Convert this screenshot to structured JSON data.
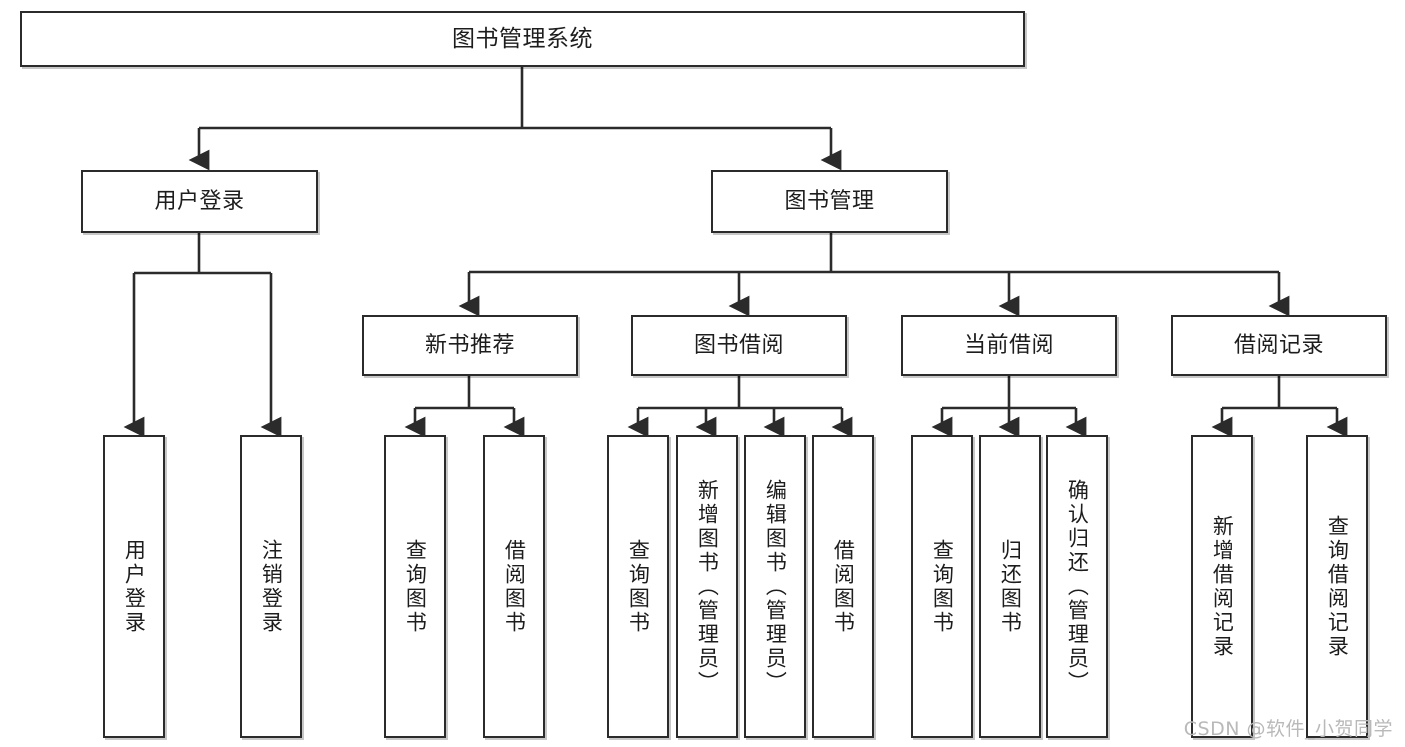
{
  "diagram": {
    "title": "图书管理系统",
    "type": "functional-structure-tree",
    "watermark": "CSDN @软件_小贺同学",
    "colors": {
      "stroke": "#2b2b2b",
      "fill": "#ffffff",
      "text": "#1d1d1d",
      "watermark": "#b9b9b9"
    }
  },
  "nodes": {
    "root": {
      "label": "图书管理系统"
    },
    "level2": [
      {
        "id": "user-login",
        "label": "用户登录"
      },
      {
        "id": "book-management",
        "label": "图书管理"
      }
    ],
    "level3": [
      {
        "id": "new-book-recommend",
        "label": "新书推荐"
      },
      {
        "id": "book-borrow",
        "label": "图书借阅"
      },
      {
        "id": "current-borrow",
        "label": "当前借阅"
      },
      {
        "id": "borrow-record",
        "label": "借阅记录"
      }
    ],
    "leaves": [
      {
        "id": "leaf-user-login",
        "parent": "user-login",
        "label": "用户登录"
      },
      {
        "id": "leaf-logout-login",
        "parent": "user-login",
        "label": "注销登录"
      },
      {
        "id": "leaf-query-book-1",
        "parent": "new-book-recommend",
        "label": "查询图书"
      },
      {
        "id": "leaf-borrow-book-1",
        "parent": "new-book-recommend",
        "label": "借阅图书"
      },
      {
        "id": "leaf-query-book-2",
        "parent": "book-borrow",
        "label": "查询图书"
      },
      {
        "id": "leaf-add-book-admin",
        "parent": "book-borrow",
        "label": "新增图书（管理员）"
      },
      {
        "id": "leaf-edit-book-admin",
        "parent": "book-borrow",
        "label": "编辑图书（管理员）"
      },
      {
        "id": "leaf-borrow-book-2",
        "parent": "book-borrow",
        "label": "借阅图书"
      },
      {
        "id": "leaf-query-book-3",
        "parent": "current-borrow",
        "label": "查询图书"
      },
      {
        "id": "leaf-return-book",
        "parent": "current-borrow",
        "label": "归还图书"
      },
      {
        "id": "leaf-confirm-return-admin",
        "parent": "current-borrow",
        "label": "确认归还（管理员）"
      },
      {
        "id": "leaf-add-borrow-record",
        "parent": "borrow-record",
        "label": "新增借阅记录"
      },
      {
        "id": "leaf-query-borrow-record",
        "parent": "borrow-record",
        "label": "查询借阅记录"
      }
    ]
  }
}
